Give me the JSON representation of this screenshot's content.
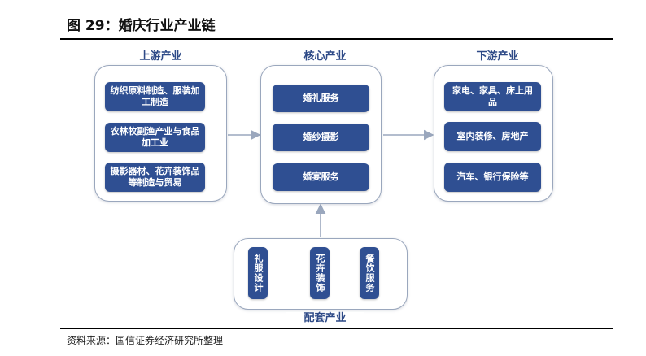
{
  "figure": {
    "title": "图 29：婚庆行业产业链",
    "source": "资料来源：国信证券经济研究所整理"
  },
  "upstream": {
    "title": "上游产业",
    "items": [
      "纺织原料制造、服装加工制造",
      "农林牧副渔产业与食品加工业",
      "摄影器材、花卉装饰品等制造与贸易"
    ]
  },
  "core": {
    "title": "核心产业",
    "items": [
      "婚礼服务",
      "婚纱摄影",
      "婚宴服务"
    ]
  },
  "downstream": {
    "title": "下游产业",
    "items": [
      "家电、家具、床上用品",
      "室内装修、房地产",
      "汽车、银行保险等"
    ]
  },
  "supporting": {
    "title": "配套产业",
    "items": [
      "礼服设计",
      "花卉装饰",
      "餐饮服务"
    ]
  },
  "colors": {
    "box_fill": "#2f4f92",
    "panel_border": "#9aa7bd",
    "arrow": "#9aa7bd",
    "title_text": "#2e4a87"
  }
}
